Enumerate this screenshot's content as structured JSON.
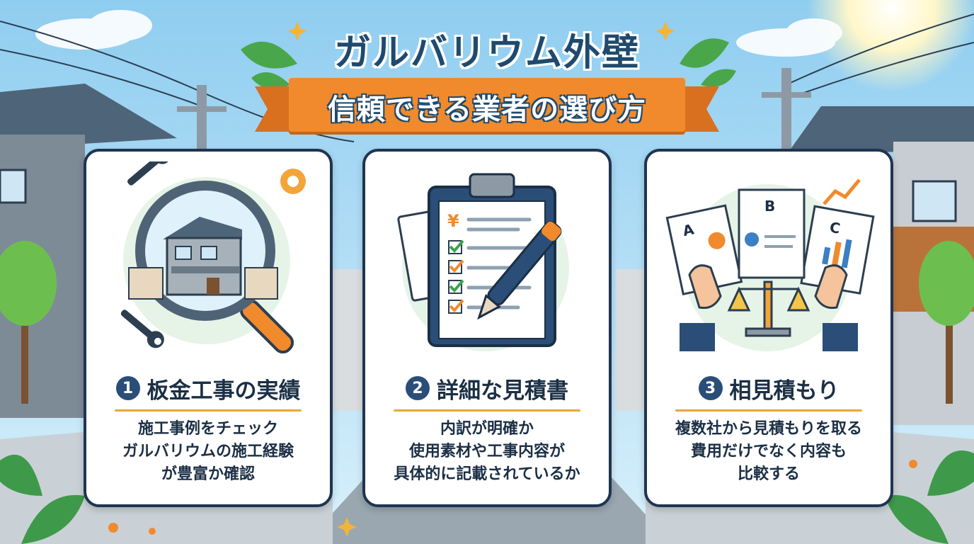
{
  "title": {
    "main": "ガルバリウム外壁",
    "sub": "信頼できる業者の選び方"
  },
  "cards": [
    {
      "number": "1",
      "heading": "板金工事の実績",
      "lines": [
        "施工事例をチェック",
        "ガルバリウムの施工経験",
        "が豊富か確認"
      ],
      "illustration": "magnifier-house"
    },
    {
      "number": "2",
      "heading": "詳細な見積書",
      "lines": [
        "内訳が明確か",
        "使用素材や工事内容が",
        "具体的に記載されているか"
      ],
      "illustration": "clipboard-estimate",
      "clipboard_symbol": "¥"
    },
    {
      "number": "3",
      "heading": "相見積もり",
      "lines": [
        "複数社から見積もりを取る",
        "費用だけでなく内容も",
        "比較する"
      ],
      "illustration": "compare-documents",
      "document_labels": [
        "A",
        "B",
        "C"
      ]
    }
  ],
  "colors": {
    "accent_orange": "#f08a2c",
    "navy": "#1f3550",
    "badge_blue": "#2a4e77",
    "rule_gold": "#e9a63a",
    "sky": "#9fd3ef"
  }
}
